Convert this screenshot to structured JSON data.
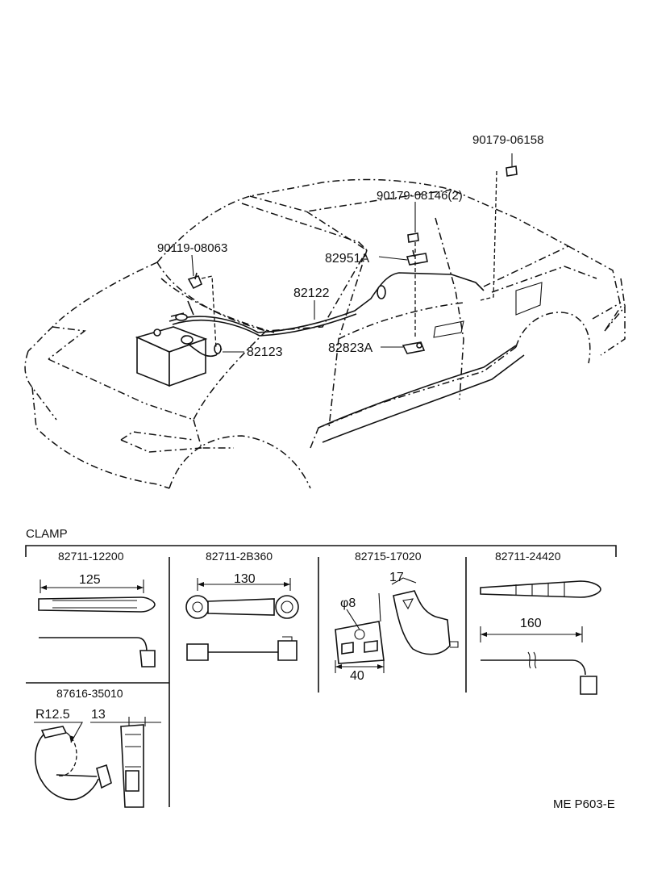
{
  "labels": {
    "p90179_06158": "90179-06158",
    "p90179_08146": "90179-08146(2)",
    "p90119_08063": "90119-08063",
    "p82951A": "82951A",
    "p82122": "82122",
    "p82123": "82123",
    "p82823A": "82823A"
  },
  "clamp": {
    "title": "CLAMP",
    "parts": [
      {
        "number": "82711-12200",
        "dimension": "125"
      },
      {
        "number": "82711-2B360",
        "dimension": "130"
      },
      {
        "number": "82715-17020",
        "dimension_width": "40",
        "dimension_hole": "φ8",
        "dimension_depth": "17"
      },
      {
        "number": "82711-24420",
        "dimension": "160"
      },
      {
        "number": "87616-35010",
        "dimension_radius": "R12.5",
        "dimension_width": "13"
      }
    ]
  },
  "footer": {
    "code": "ME P603-E"
  }
}
